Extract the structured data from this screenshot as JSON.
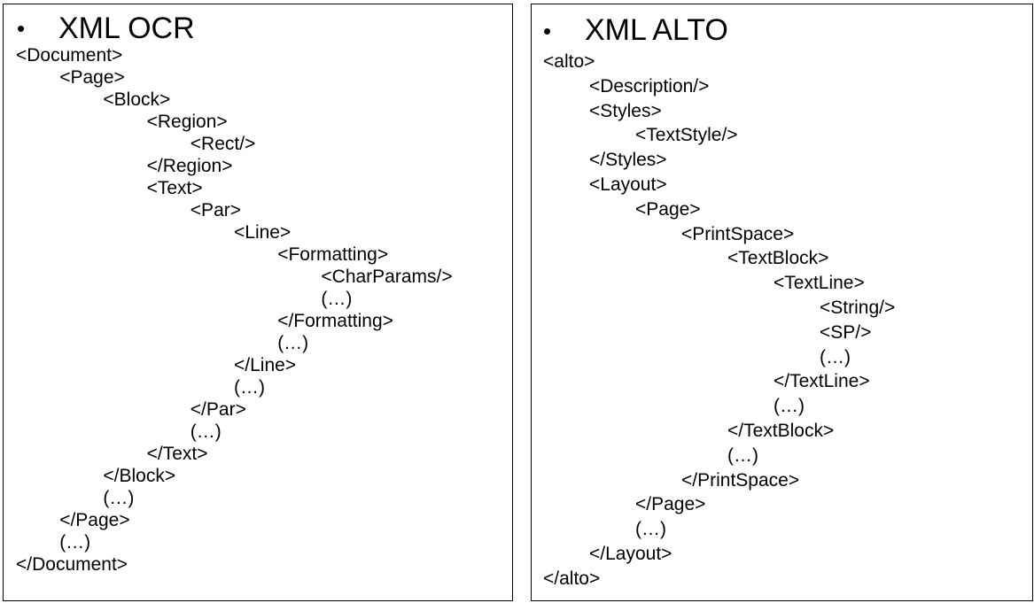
{
  "panels": [
    {
      "bullet": "•",
      "title": "XML OCR",
      "lines": [
        {
          "indent": 0,
          "text": "<Document>"
        },
        {
          "indent": 1,
          "text": "<Page>"
        },
        {
          "indent": 2,
          "text": "<Block>"
        },
        {
          "indent": 3,
          "text": "<Region>"
        },
        {
          "indent": 4,
          "text": "<Rect/>"
        },
        {
          "indent": 3,
          "text": "</Region>"
        },
        {
          "indent": 3,
          "text": "<Text>"
        },
        {
          "indent": 4,
          "text": "<Par>"
        },
        {
          "indent": 5,
          "text": "<Line>"
        },
        {
          "indent": 6,
          "text": "<Formatting>"
        },
        {
          "indent": 7,
          "text": "<CharParams/>"
        },
        {
          "indent": 7,
          "text": "(…)"
        },
        {
          "indent": 6,
          "text": "</Formatting>"
        },
        {
          "indent": 6,
          "text": "(…)"
        },
        {
          "indent": 5,
          "text": "</Line>"
        },
        {
          "indent": 5,
          "text": "(…)"
        },
        {
          "indent": 4,
          "text": "</Par>"
        },
        {
          "indent": 4,
          "text": "(…)"
        },
        {
          "indent": 3,
          "text": "</Text>"
        },
        {
          "indent": 2,
          "text": "</Block>"
        },
        {
          "indent": 2,
          "text": "(…)"
        },
        {
          "indent": 1,
          "text": "</Page>"
        },
        {
          "indent": 1,
          "text": "(…)"
        },
        {
          "indent": 0,
          "text": "</Document>"
        }
      ]
    },
    {
      "bullet": "•",
      "title": "XML ALTO",
      "lines": [
        {
          "indent": 0,
          "text": "<alto>"
        },
        {
          "indent": 1,
          "text": "<Description/>"
        },
        {
          "indent": 1,
          "text": "<Styles>"
        },
        {
          "indent": 2,
          "text": "<TextStyle/>"
        },
        {
          "indent": 1,
          "text": "</Styles>"
        },
        {
          "indent": 1,
          "text": "<Layout>"
        },
        {
          "indent": 2,
          "text": "<Page>"
        },
        {
          "indent": 3,
          "text": "<PrintSpace>"
        },
        {
          "indent": 4,
          "text": "<TextBlock>"
        },
        {
          "indent": 5,
          "text": "<TextLine>"
        },
        {
          "indent": 6,
          "text": "<String/>"
        },
        {
          "indent": 6,
          "text": "<SP/>"
        },
        {
          "indent": 6,
          "text": "(…)"
        },
        {
          "indent": 5,
          "text": "</TextLine>"
        },
        {
          "indent": 5,
          "text": "(…)"
        },
        {
          "indent": 4,
          "text": "</TextBlock>"
        },
        {
          "indent": 4,
          "text": "(…)"
        },
        {
          "indent": 3,
          "text": "</PrintSpace>"
        },
        {
          "indent": 2,
          "text": "</Page>"
        },
        {
          "indent": 2,
          "text": "(…)"
        },
        {
          "indent": 1,
          "text": "</Layout>"
        },
        {
          "indent": 0,
          "text": "</alto>"
        }
      ]
    }
  ]
}
